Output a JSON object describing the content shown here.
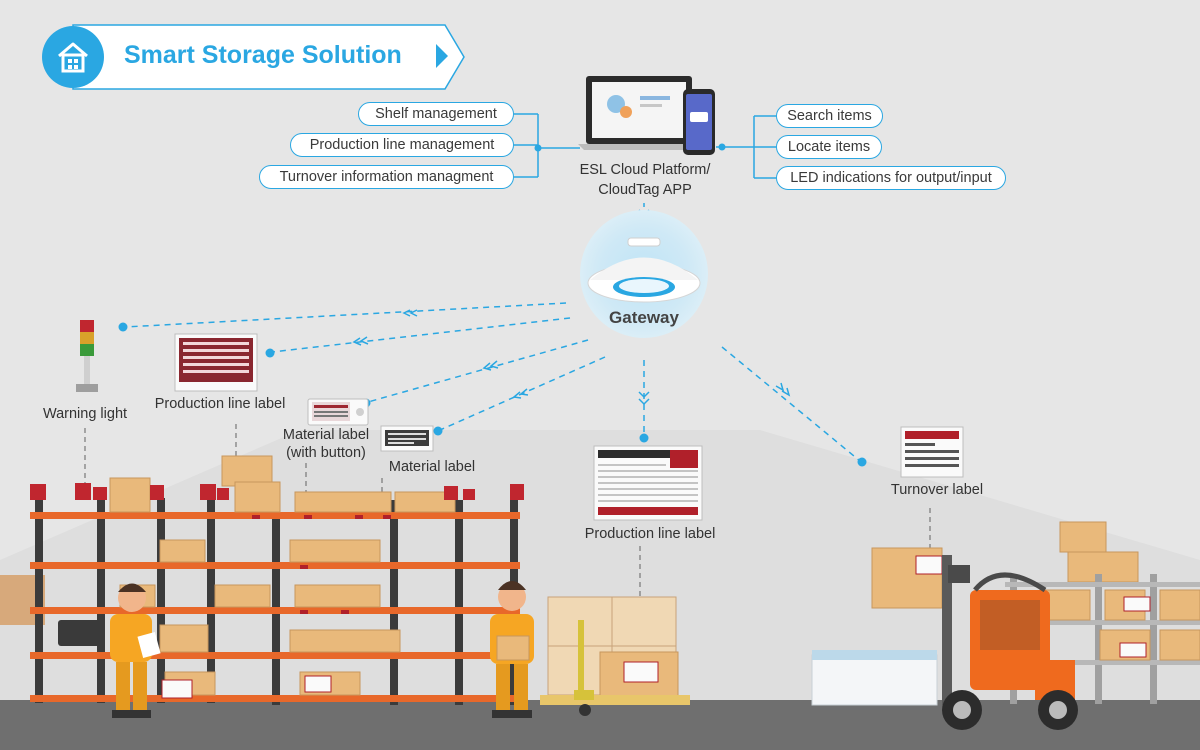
{
  "title": "Smart Storage Solution",
  "icons": {
    "title_icon": "house-icon",
    "gateway_icon": "gateway-device-icon",
    "platform_icon": "laptop-phone-icon"
  },
  "colors": {
    "accent": "#2aa7e2",
    "shelf_orange": "#e8682a",
    "shelf_dark": "#3b3b3b",
    "box": "#e9b97b",
    "background": "#e6e6e6"
  },
  "platform": {
    "line1": "ESL Cloud Platform/",
    "line2": "CloudTag APP"
  },
  "left_functions": [
    "Shelf management",
    "Production line management",
    "Turnover information managment"
  ],
  "right_functions": [
    "Search items",
    "Locate items",
    "LED indications for output/input"
  ],
  "gateway": "Gateway",
  "endpoints": {
    "warning_light": "Warning light",
    "production_line_label_left": "Production line label",
    "material_label_button_1": "Material label",
    "material_label_button_2": "(with button)",
    "material_label": "Material label",
    "production_line_label_center": "Production line label",
    "turnover_label": "Turnover label"
  }
}
